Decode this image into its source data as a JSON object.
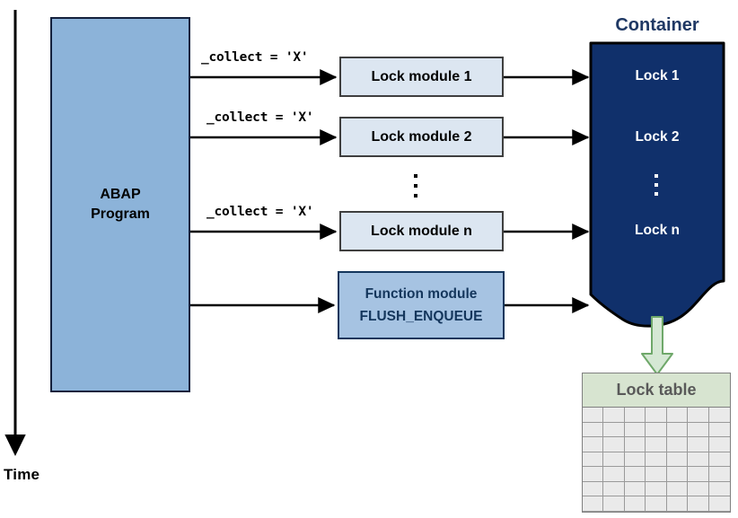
{
  "diagram": {
    "title": "ABAP lock collection and flush to lock table",
    "time_axis": {
      "label": "Time"
    },
    "abap_program": {
      "label": "ABAP\nProgram",
      "fill": "#8cb3d9",
      "border": "#14213d"
    },
    "collect_calls": [
      {
        "label": "_collect = 'X'"
      },
      {
        "label": "_collect = 'X'"
      },
      {
        "label": "_collect = 'X'"
      }
    ],
    "lock_modules": [
      {
        "label": "Lock module 1"
      },
      {
        "label": "Lock module 2"
      },
      {
        "label": "Lock module n"
      }
    ],
    "module_ellipsis": "vertical-ellipsis",
    "function_module": {
      "line1": "Function module",
      "line2": "FLUSH_ENQUEUE",
      "fill": "#a6c3e2",
      "border": "#14365c",
      "text_color": "#14365c"
    },
    "container": {
      "title": "Container",
      "title_color": "#1f3864",
      "fill": "#10306b",
      "border": "#000000",
      "locks": [
        {
          "label": "Lock 1"
        },
        {
          "label": "Lock 2"
        },
        {
          "label": "Lock n"
        }
      ],
      "lock_ellipsis": "vertical-ellipsis"
    },
    "flush_arrow": {
      "direction": "down",
      "fill": "#d5e8d4",
      "border": "#6fa86a"
    },
    "lock_table": {
      "title": "Lock table",
      "header_fill": "#d7e4d0",
      "title_color": "#595959",
      "columns": 7,
      "rows": 7,
      "cell_fill": "#eaeaea",
      "cells": [
        [
          "",
          "",
          "",
          "",
          "",
          "",
          ""
        ],
        [
          "",
          "",
          "",
          "",
          "",
          "",
          ""
        ],
        [
          "",
          "",
          "",
          "",
          "",
          "",
          ""
        ],
        [
          "",
          "",
          "",
          "",
          "",
          "",
          ""
        ],
        [
          "",
          "",
          "",
          "",
          "",
          "",
          ""
        ],
        [
          "",
          "",
          "",
          "",
          "",
          "",
          ""
        ],
        [
          "",
          "",
          "",
          "",
          "",
          "",
          ""
        ]
      ]
    }
  }
}
